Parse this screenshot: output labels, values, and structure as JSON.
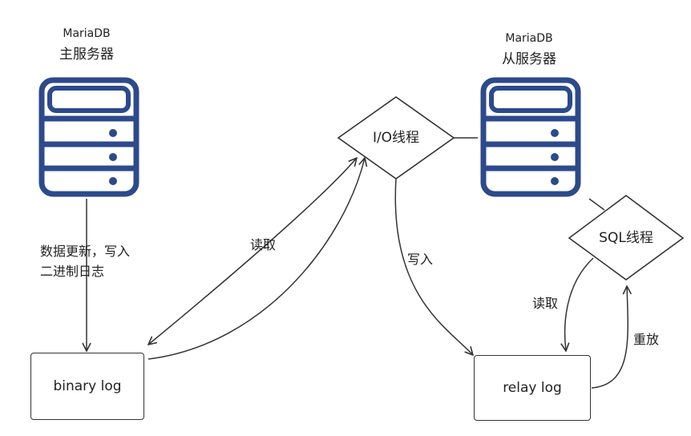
{
  "master": {
    "db_name": "MariaDB",
    "role": "主服务器"
  },
  "slave": {
    "db_name": "MariaDB",
    "role": "从服务器"
  },
  "nodes": {
    "binary_log": "binary log",
    "relay_log": "relay log",
    "io_thread": "I/O线程",
    "sql_thread": "SQL线程"
  },
  "edges": {
    "master_update_line1": "数据更新，写入",
    "master_update_line2": "二进制日志",
    "io_read": "读取",
    "io_write": "写入",
    "sql_read": "读取",
    "sql_replay": "重放"
  },
  "colors": {
    "server": "#2c4a8c",
    "line": "#333333"
  }
}
